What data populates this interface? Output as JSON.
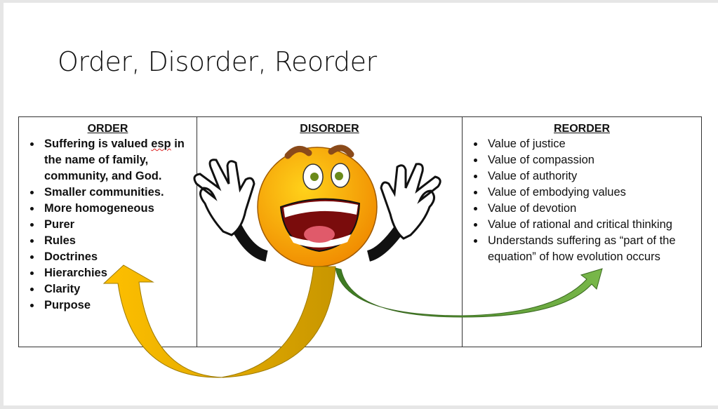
{
  "slide": {
    "title": "Order, Disorder, Reorder",
    "columns": [
      {
        "heading": "ORDER",
        "items": [
          "Suffering is valued esp in the name of family, community, and God.",
          "Smaller communities.",
          "More homogeneous",
          "Purer",
          "Rules",
          "Doctrines",
          "Hierarchies",
          "Clarity",
          "Purpose"
        ]
      },
      {
        "heading": "DISORDER",
        "items": []
      },
      {
        "heading": "REORDER",
        "items": [
          "Value of justice",
          "Value of compassion",
          "Value of authority",
          "Value of embodying values",
          "Value of devotion",
          "Value of rational and critical thinking",
          "Understands suffering as “part of the equation” of how evolution occurs"
        ]
      }
    ],
    "order_first_item_parts": [
      "Suffering is valued ",
      "esp",
      " in the name of family, community, and God."
    ]
  },
  "colors": {
    "yellow_arrow": "#ffc000",
    "green_arrow": "#70ad47",
    "face": "#f7a600"
  }
}
